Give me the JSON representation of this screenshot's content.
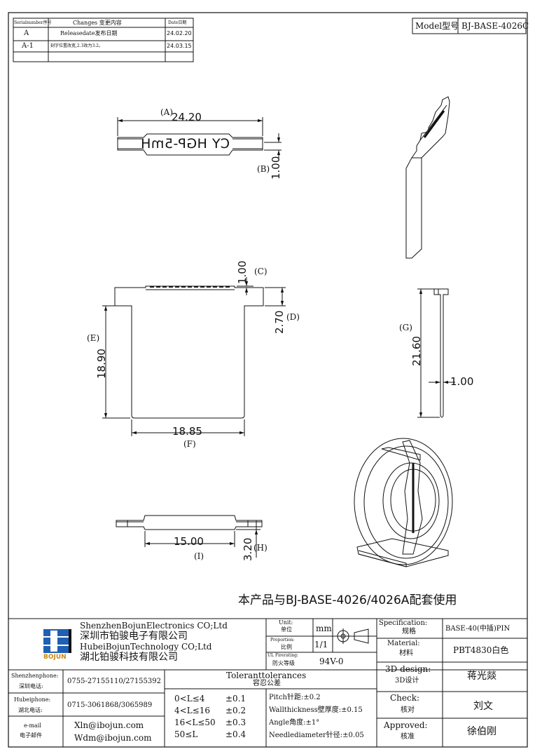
{
  "revision_table": {
    "headers": [
      "Serialnumber序号",
      "Changes 变更内容",
      "Date日期"
    ],
    "rows": [
      [
        "A",
        "Releasedate发布日期",
        "24.02.20"
      ],
      [
        "A-1",
        "刻字位置改宽,2.3改为3.2。",
        "24.03.15"
      ]
    ]
  },
  "model": {
    "label": "Model型号",
    "value": "BJ-BASE-4026C"
  },
  "dims": {
    "A": {
      "tag": "(A)",
      "value": "24.20"
    },
    "B": {
      "tag": "(B)",
      "value": "1.00"
    },
    "C": {
      "tag": "(C)",
      "value": "1.00"
    },
    "D": {
      "tag": "(D)",
      "value": "2.70"
    },
    "E": {
      "tag": "(E)",
      "value": "18.90"
    },
    "F": {
      "tag": "(F)",
      "value": "18.85"
    },
    "G": {
      "tag": "(G)",
      "value": "21.60"
    },
    "pin": {
      "value": "1.00"
    },
    "H": {
      "tag": "(H)",
      "value": "3.20"
    },
    "I": {
      "tag": "(I)",
      "value": "15.00"
    }
  },
  "engraving": "CY HGP-5mH",
  "note": "本产品与BJ-BASE-4026/4026A配套使用",
  "title_block": {
    "company_en1": "ShenzhenBojunElectronics CO;Ltd",
    "company_cn1": "深圳市铂骏电子有限公司",
    "company_en2": "HubeiBojunTechnology CO;Ltd",
    "company_cn2": "湖北铂骏科技有限公司",
    "logo_text": "BOJUN",
    "unit_label": "Unit:",
    "unit_label_cn": "单位",
    "unit_value": "mm",
    "proportion_label": "Proportion:",
    "proportion_label_cn": "比例",
    "proportion_value": "1/1",
    "ul_label": "UL Firerating:",
    "ul_label_cn": "防火等级",
    "ul_value": "94V-0",
    "spec_label": "Specification:",
    "spec_label_cn": "规格",
    "spec_value": "BASE-40(中插)PIN",
    "material_label": "Material:",
    "material_label_cn": "材料",
    "material_value": "PBT4830白色",
    "design_label": "3D design:",
    "design_label_cn": "3D设计",
    "design_value": "蒋光燚",
    "check_label": "Check:",
    "check_label_cn": "核对",
    "check_value": "刘文",
    "approved_label": "Approved:",
    "approved_label_cn": "核准",
    "approved_value": "徐伯刚",
    "sz_phone_label": "Shenzhenphone:",
    "sz_phone_label_cn": "深圳电话:",
    "sz_phone": "0755-27155110/27155392",
    "hb_phone_label": "Hubeiphone:",
    "hb_phone_label_cn": "湖北电话:",
    "hb_phone": "0715-3061868/3065989",
    "email_label": "e-mail",
    "email_label_cn": "电子邮件",
    "email1": "Xln@ibojun.com",
    "email2": "Wdm@ibojun.com",
    "tol_label": "Toleranttolerances",
    "tol_label_cn": "容忍公差",
    "tolerances": [
      {
        "range": "0<L≤4",
        "tol": "±0.1"
      },
      {
        "range": "4<L≤16",
        "tol": "±0.2"
      },
      {
        "range": "16<L≤50",
        "tol": "±0.3"
      },
      {
        "range": "50≤L",
        "tol": "±0.4"
      }
    ],
    "pitch": "Pitch针距:±0.2",
    "wall": "Wallthickness壁厚度:±0.15",
    "angle": "Angle角度:±1°",
    "needle": "Needlediameter针径:±0.05"
  }
}
